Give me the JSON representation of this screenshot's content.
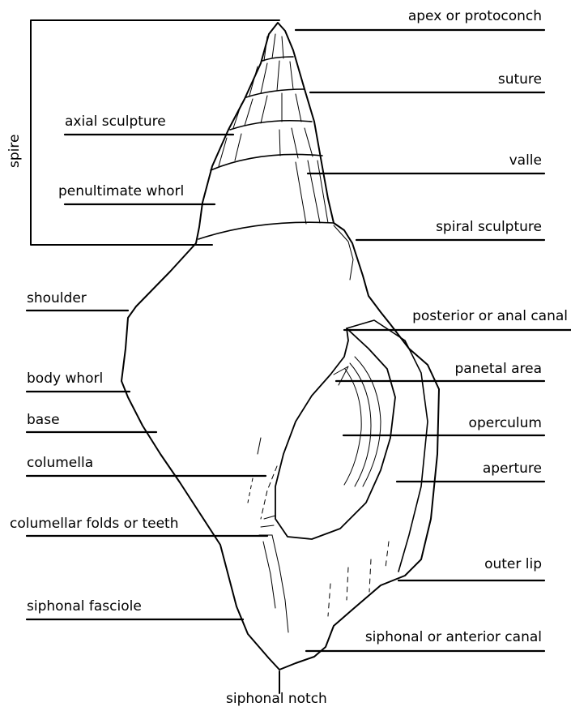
{
  "labels": {
    "apex": "apex or protoconch",
    "suture": "suture",
    "axial_sculpture": "axial sculpture",
    "valle": "valle",
    "penultimate_whorl": "penultimate whorl",
    "spiral_sculpture": "spiral sculpture",
    "spire": "spire",
    "shoulder": "shoulder",
    "posterior_canal": "posterior or anal canal",
    "body_whorl": "body whorl",
    "parietal_area": "panetal area",
    "base": "base",
    "operculum": "operculum",
    "columella": "columella",
    "aperture": "aperture",
    "columellar_folds": "columellar folds or teeth",
    "outer_lip": "outer lip",
    "siphonal_fasciole": "siphonal fasciole",
    "siphonal_canal": "siphonal or anterior canal",
    "siphonal_notch": "siphonal notch"
  },
  "colors": {
    "line": "#000000",
    "background": "#ffffff"
  }
}
